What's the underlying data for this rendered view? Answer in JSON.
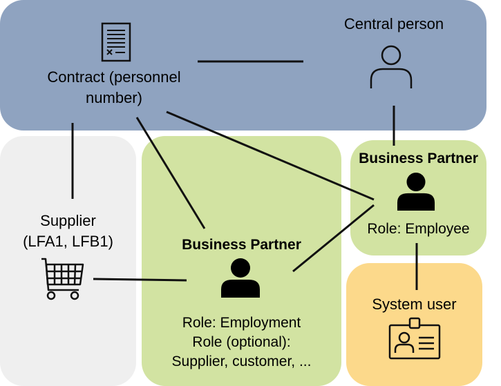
{
  "diagram": {
    "top": {
      "contract_label": "Contract (personnel",
      "contract_label_2": "number)",
      "central_person_label": "Central person",
      "contract_icon": "contract-document-icon",
      "person_icon": "person-outline-icon"
    },
    "supplier": {
      "label": "Supplier",
      "label_2": "(LFA1, LFB1)",
      "icon": "shopping-cart-icon"
    },
    "bp_center": {
      "title": "Business Partner",
      "role_1": "Role: Employment",
      "role_2": "Role (optional):",
      "role_3": "Supplier, customer, ...",
      "icon": "person-filled-icon"
    },
    "bp_right": {
      "title": "Business Partner",
      "role": "Role: Employee",
      "icon": "person-filled-icon"
    },
    "system_user": {
      "label": "System user",
      "icon": "id-badge-icon"
    },
    "colors": {
      "top_box": "#8fa3c0",
      "supplier_box": "#efefef",
      "business_partner_box": "#d2e3a2",
      "system_user_box": "#fcd98b"
    }
  }
}
